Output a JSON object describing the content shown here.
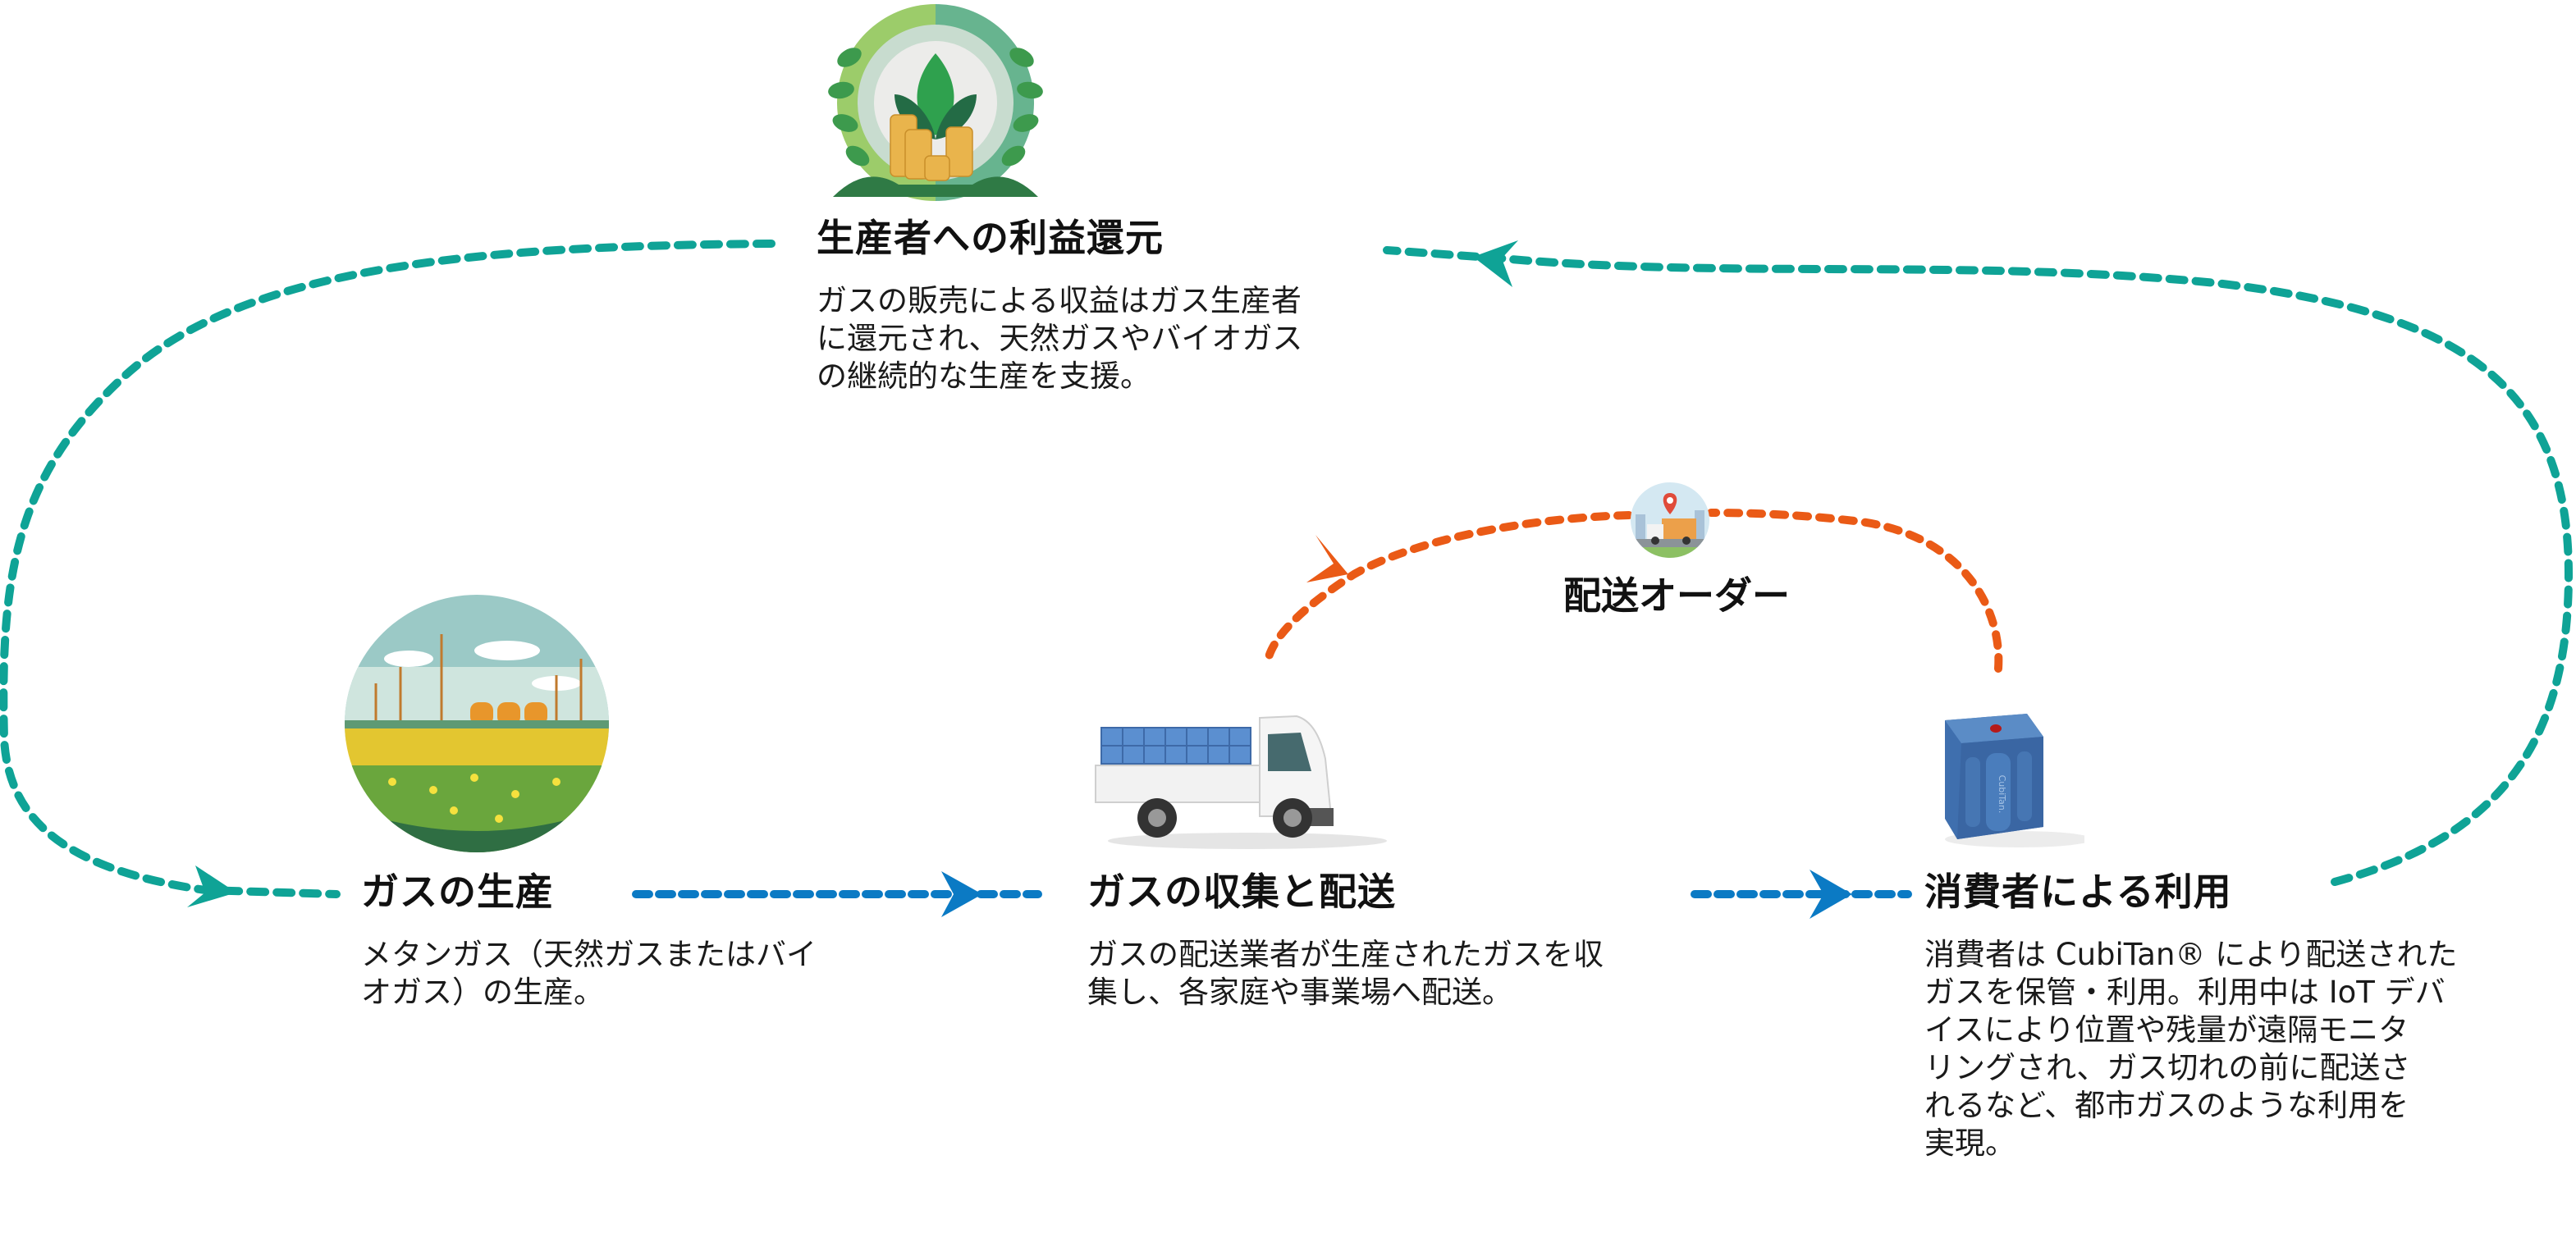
{
  "colors": {
    "cycle_teal": "#0fa396",
    "flow_blue": "#0b7ac4",
    "order_orange": "#ea5a16",
    "text": "#111111"
  },
  "steps": [
    {
      "id": "return",
      "title": "生産者への利益還元",
      "desc_lines": [
        "ガスの販売による収益はガス生産者",
        "に還元され、天然ガスやバイオガス",
        "の継続的な生産を支援。"
      ],
      "illustration": "coins-and-plant-icon"
    },
    {
      "id": "production",
      "title": "ガスの生産",
      "desc_lines": [
        "メタンガス（天然ガスまたはバイ",
        "オガス）の生産。"
      ],
      "illustration": "gas-field-icon"
    },
    {
      "id": "delivery",
      "title": "ガスの収集と配送",
      "desc_lines": [
        "ガスの配送業者が生産されたガスを収",
        "集し、各家庭や事業場へ配送。"
      ],
      "illustration": "delivery-truck-icon"
    },
    {
      "id": "consumption",
      "title": "消費者による利用",
      "desc_lines": [
        "消費者は CubiTan® により配送された",
        "ガスを保管・利用。利用中は IoT デバ",
        "イスにより位置や残量が遠隔モニタ",
        "リングされ、ガス切れの前に配送さ",
        "れるなど、都市ガスのような利用を",
        "実現。"
      ],
      "illustration": "cubitan-tank-icon",
      "tank_brand": "CubiTan."
    }
  ],
  "order": {
    "label": "配送オーダー",
    "illustration": "truck-location-pin-icon"
  }
}
